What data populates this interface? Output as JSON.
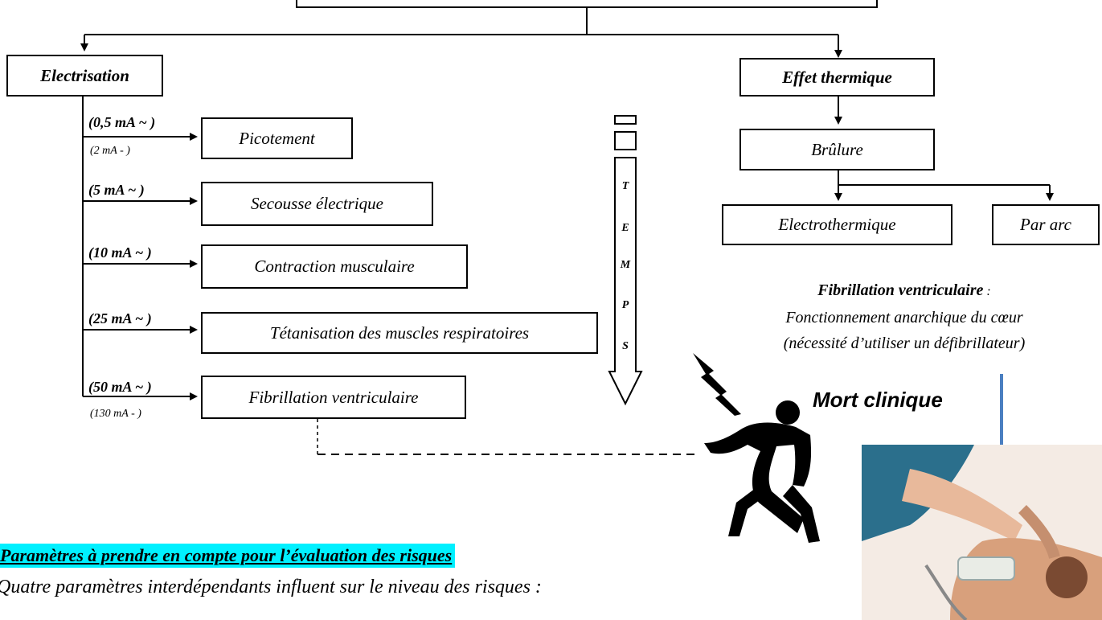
{
  "left_branch": {
    "title": "Electrisation",
    "levels": [
      {
        "current": "(0,5 mA ~ )",
        "alt": "(2 mA - )",
        "effect": "Picotement"
      },
      {
        "current": "(5 mA ~ )",
        "alt": "",
        "effect": "Secousse électrique"
      },
      {
        "current": "(10 mA ~ )",
        "alt": "",
        "effect": "Contraction musculaire"
      },
      {
        "current": "(25 mA ~ )",
        "alt": "",
        "effect": "Tétanisation des muscles respiratoires"
      },
      {
        "current": "(50 mA ~ )",
        "alt": "(130 mA - )",
        "effect": "Fibrillation ventriculaire"
      }
    ]
  },
  "time_arrow": {
    "letters": [
      "T",
      "E",
      "M",
      "P",
      "S"
    ]
  },
  "right_branch": {
    "title": "Effet thermique",
    "burn": "Brûlure",
    "burn_types": [
      "Electrothermique",
      "Par arc"
    ]
  },
  "definition": {
    "term": "Fibrillation ventriculaire",
    "sep": " :",
    "line1": "Fonctionnement anarchique du cœur",
    "line2": "(nécessité d’utiliser un défibrillateur)"
  },
  "death_label": "Mort clinique",
  "section": {
    "heading": "Paramètres à prendre en compte pour l’évaluation des risques",
    "intro": "Quatre paramètres interdépendants influent sur le niveau des risques :"
  },
  "colors": {
    "highlight": "#00f0ff",
    "arrow_blue": "#4a7fc1"
  }
}
